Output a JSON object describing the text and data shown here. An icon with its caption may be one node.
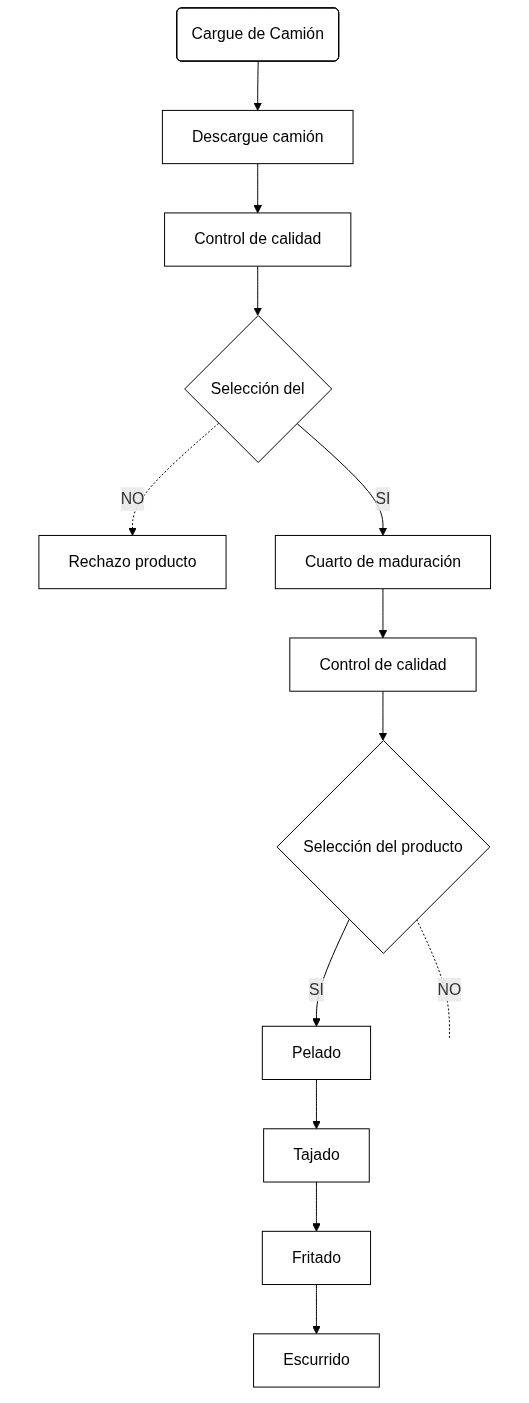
{
  "diagram": {
    "nodes": [
      {
        "text": [
          "Cargue de Camión"
        ]
      },
      {
        "text": [
          "Descargue camión"
        ]
      },
      {
        "text": [
          "Control de calidad"
        ]
      },
      {
        "text": [
          "Selección del"
        ]
      },
      {
        "text": [
          "Rechazo producto"
        ]
      },
      {
        "text": [
          "Cuarto de maduración"
        ]
      },
      {
        "text": [
          "Control de calidad"
        ]
      },
      {
        "text": [
          "Selección del producto"
        ]
      },
      {
        "text": [
          "Pelado"
        ]
      },
      {
        "text": [
          "Tajado"
        ]
      },
      {
        "text": [
          "Fritado"
        ]
      },
      {
        "text": [
          "Escurrido"
        ]
      }
    ],
    "edges": [
      {
        "from": 0,
        "to": 1,
        "arrow": "to"
      },
      {
        "from": 1,
        "to": 2,
        "arrow": "to"
      },
      {
        "from": 2,
        "to": 3,
        "arrow": "to"
      },
      {
        "from": 3,
        "to": 4,
        "arrow": "to",
        "label": "NO",
        "style": "dashed"
      },
      {
        "from": 3,
        "to": 5,
        "arrow": "to",
        "label": "SI"
      },
      {
        "from": 5,
        "to": 6,
        "arrow": "to"
      },
      {
        "from": 6,
        "to": 7,
        "arrow": "to"
      },
      {
        "from": 7,
        "to": null,
        "arrow": "none",
        "label": "NO",
        "style": "dashed"
      },
      {
        "from": 7,
        "to": 8,
        "arrow": "to",
        "label": "SI"
      },
      {
        "from": 8,
        "to": 9,
        "arrow": "to"
      },
      {
        "from": 9,
        "to": 10,
        "arrow": "to"
      },
      {
        "from": 10,
        "to": 11,
        "arrow": "to"
      }
    ]
  }
}
